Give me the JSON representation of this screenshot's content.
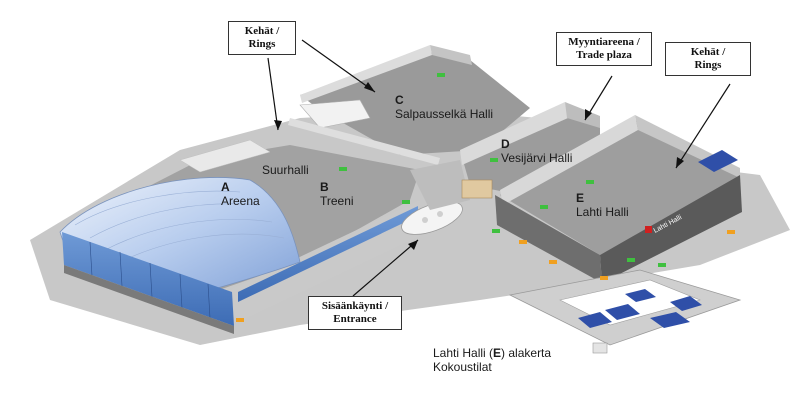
{
  "callouts": {
    "rings_left": {
      "line1": "Kehät /",
      "line2": "Rings"
    },
    "trade_plaza": {
      "line1": "Myyntiareena /",
      "line2": "Trade plaza"
    },
    "rings_right": {
      "line1": "Kehät /",
      "line2": "Rings"
    },
    "entrance": {
      "line1": "Sisäänkäynti /",
      "line2": "Entrance"
    }
  },
  "halls": {
    "a": {
      "letter": "A",
      "name": "Areena"
    },
    "suurhalli": {
      "name": "Suurhalli"
    },
    "b": {
      "letter": "B",
      "name": "Treeni"
    },
    "c": {
      "letter": "C",
      "name": "Salpausselkä Halli"
    },
    "d": {
      "letter": "D",
      "name": "Vesijärvi Halli"
    },
    "e": {
      "letter": "E",
      "name": "Lahti Halli"
    }
  },
  "basement": {
    "line1_prefix": "Lahti Halli (",
    "line1_letter": "E",
    "line1_suffix": ") alakerta",
    "line2": "Kokoustilat"
  },
  "signage": {
    "lahti_halli_wall": "Lahti Halli"
  },
  "colors": {
    "floor": "#a3a3a3",
    "wall_light": "#d9d9d9",
    "wall_dark": "#555555",
    "glass_blue": "#4a7fc4",
    "dome_blue": "#8fb0e0",
    "court_blue": "#2f4fa8",
    "exit_green": "#3fc03f",
    "door_orange": "#f0a020"
  }
}
